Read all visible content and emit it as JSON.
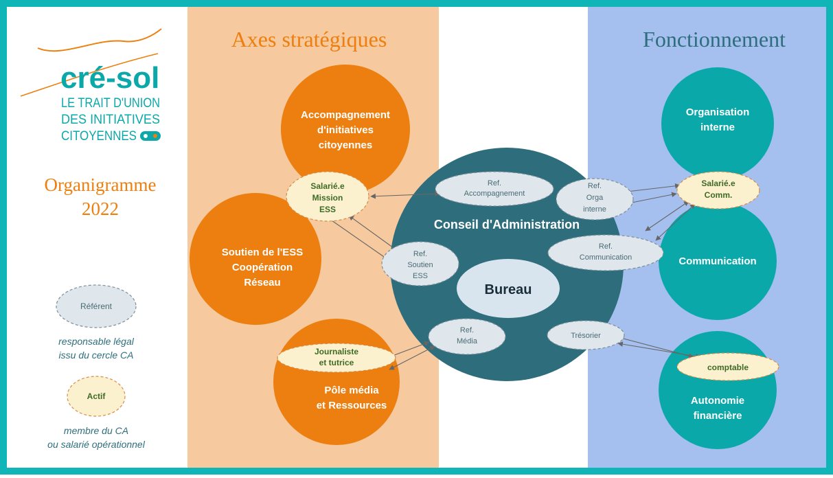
{
  "logo": {
    "brand": "cré-sol",
    "tagline": [
      "LE TRAIT D'UNION",
      "DES INITIATIVES",
      "CITOYENNES"
    ]
  },
  "side": {
    "title_line1": "Organigramme",
    "title_line2": "2022"
  },
  "headers": {
    "left": "Axes stratégiques",
    "right": "Fonctionnement"
  },
  "circles": {
    "accompagnement": [
      "Accompagnement",
      "d'initiatives",
      "citoyennes"
    ],
    "soutien": [
      "Soutien de l'ESS",
      "Coopération",
      "Réseau"
    ],
    "media": [
      "Pôle média",
      "et Ressources"
    ],
    "organisation": [
      "Organisation",
      "interne"
    ],
    "communication": [
      "Communication"
    ],
    "autonomie": [
      "Autonomie",
      "financière"
    ],
    "conseil": [
      "Conseil d'Administration"
    ],
    "bureau": [
      "Bureau"
    ]
  },
  "referents": {
    "ref_accompagnement": [
      "Ref.",
      "Accompagnement"
    ],
    "ref_orga": [
      "Ref.",
      "Orga",
      "interne"
    ],
    "ref_soutien": [
      "Ref.",
      "Soutien",
      "ESS"
    ],
    "ref_communication": [
      "Ref.",
      "Communication"
    ],
    "ref_media": [
      "Ref.",
      "Média"
    ],
    "tresorier": [
      "Trésorier"
    ]
  },
  "actifs": {
    "salarie_ess": [
      "Salarié.e",
      "Mission",
      "ESS"
    ],
    "salarie_comm": [
      "Salarié.e",
      "Comm."
    ],
    "journaliste": [
      "Journaliste",
      "et tutrice"
    ],
    "comptable": [
      "comptable"
    ]
  },
  "legend": {
    "referent_label": "Référent",
    "referent_desc": [
      "responsable légal",
      "issu du cercle CA"
    ],
    "actif_label": "Actif",
    "actif_desc": [
      "membre du CA",
      "ou salarié opérationnel"
    ]
  },
  "colors": {
    "frame": "#0fb5b7",
    "orange_band": "#f6c99e",
    "blue_band": "#a5c0ef",
    "orange": "#ec7f0f",
    "teal": "#0ba8aa",
    "dark_teal": "#2e6e7c",
    "referent_fill": "#dfe6ec",
    "actif_fill": "#fbf1cf",
    "actif_text": "#3f6a26"
  }
}
